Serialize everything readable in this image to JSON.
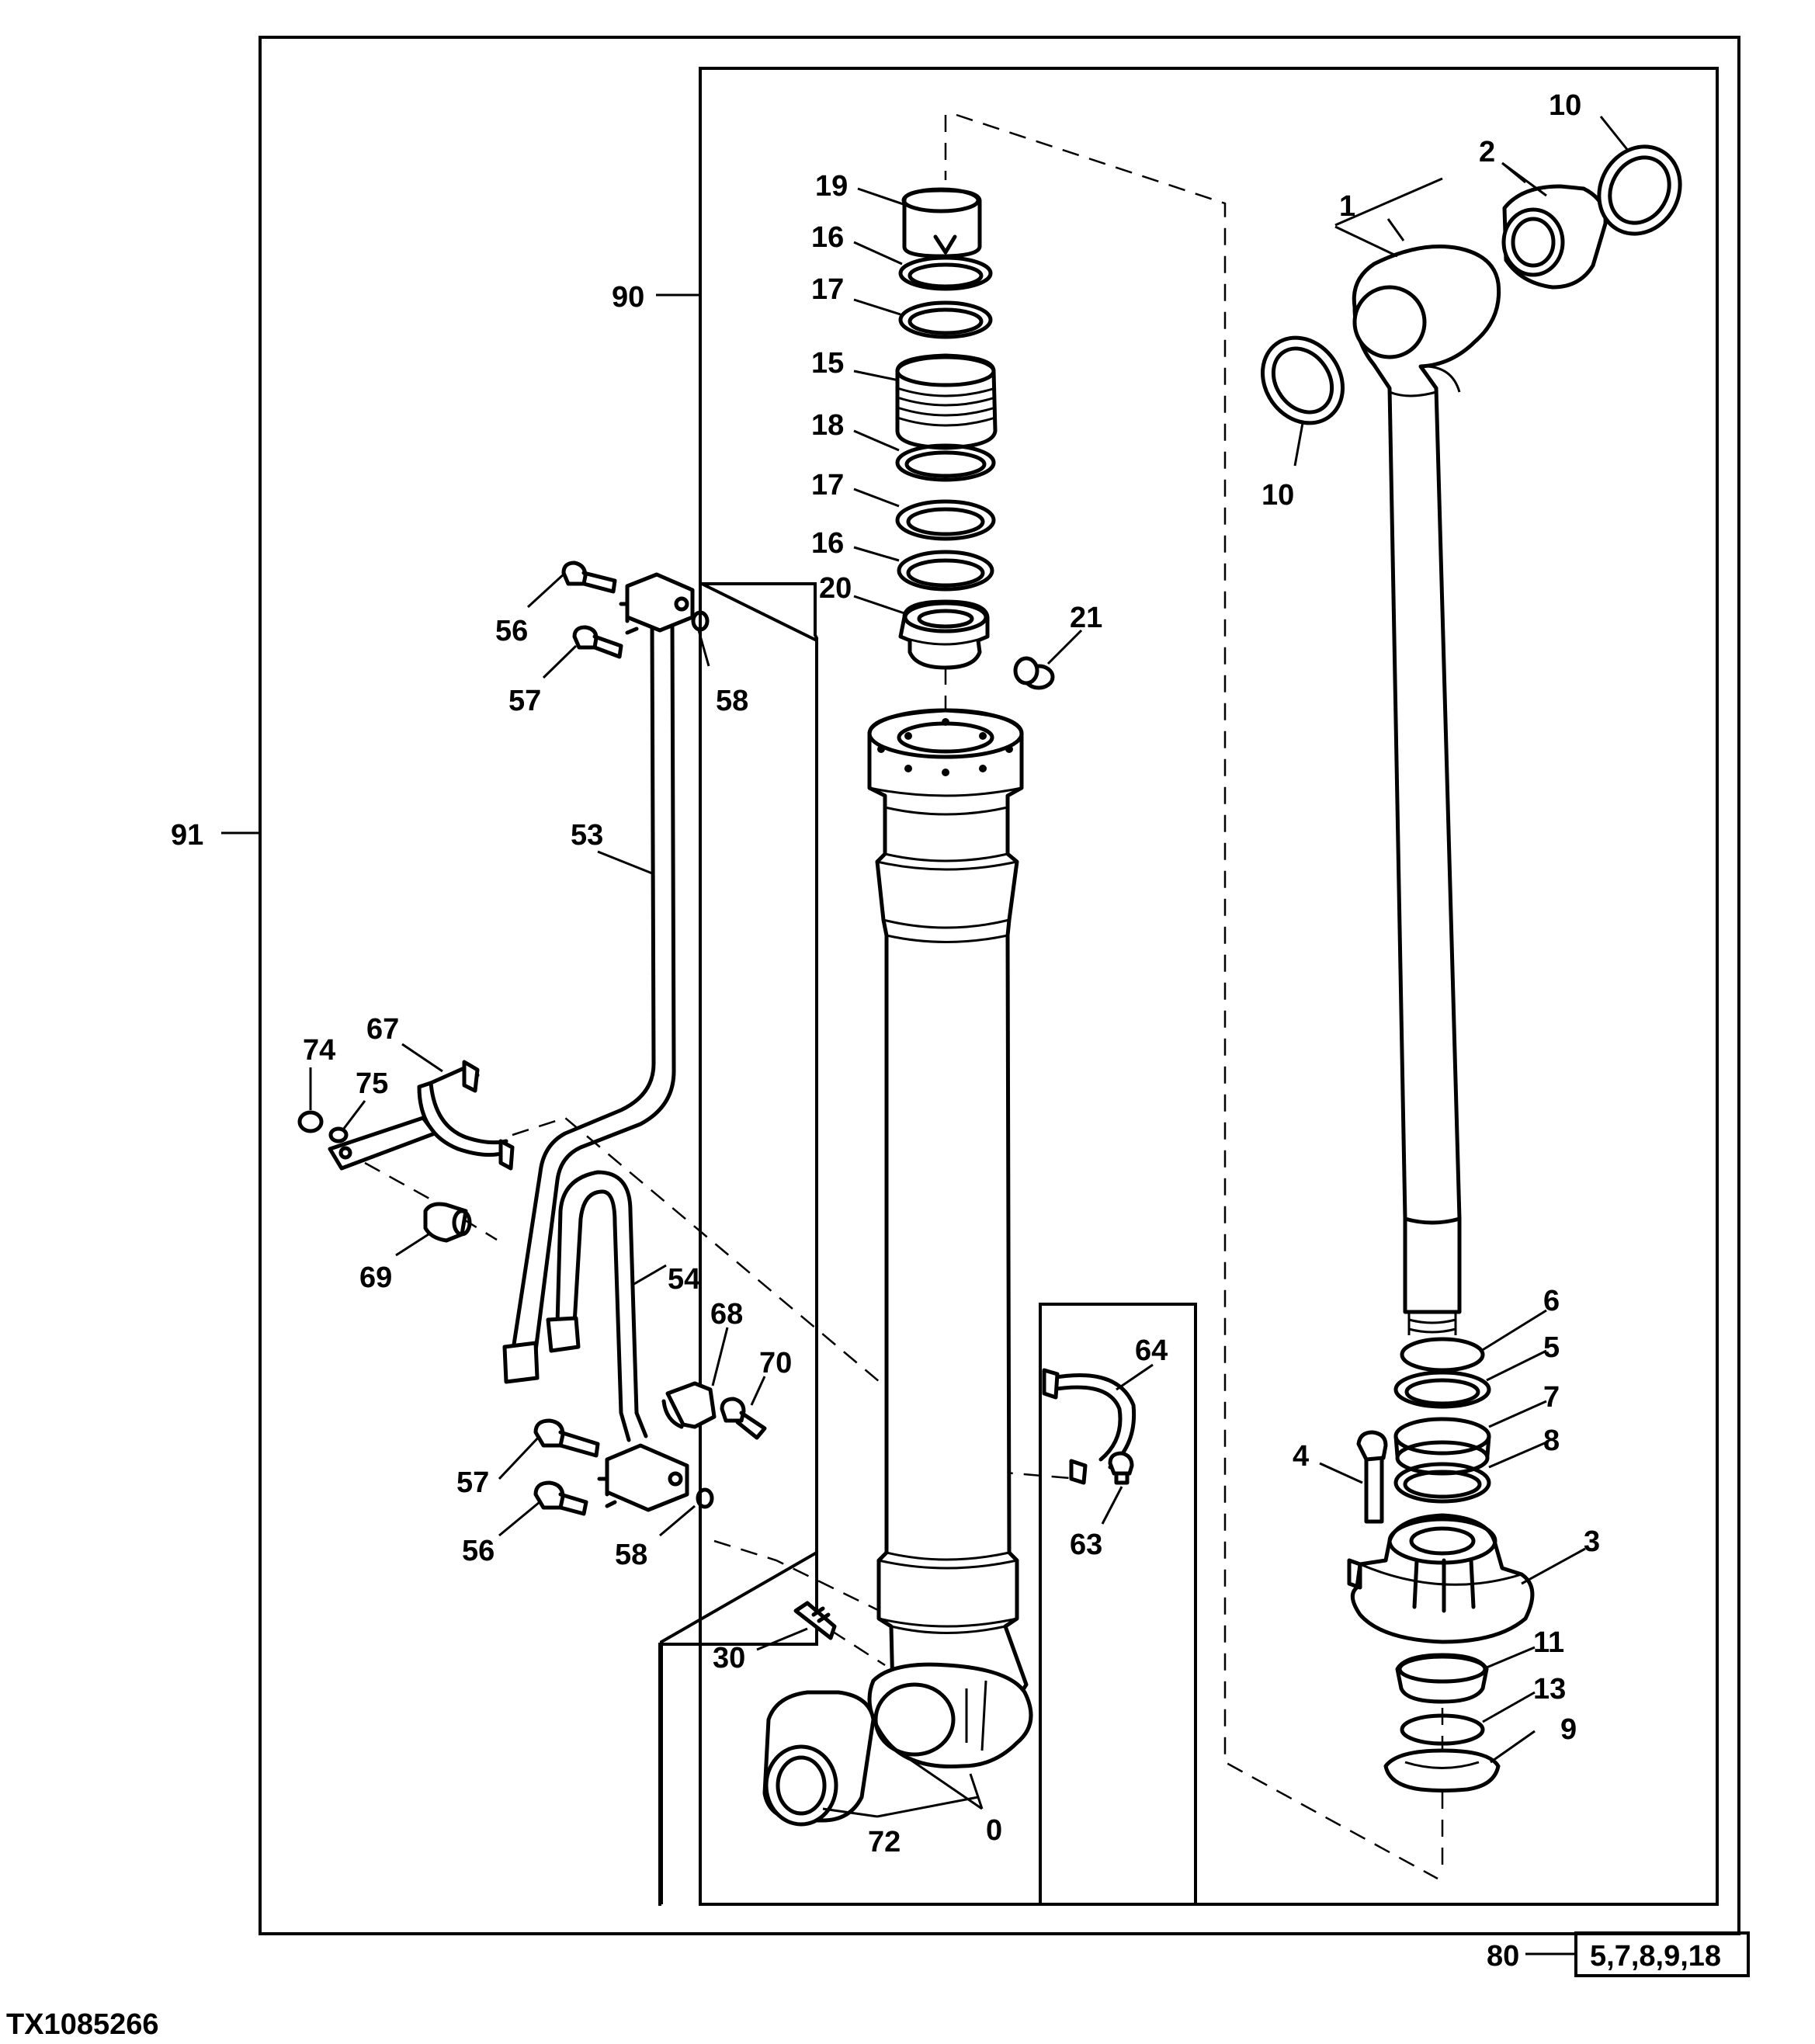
{
  "figure_id": "TX1085266",
  "kit_reference": {
    "number": "80",
    "parts": "5,7,8,9,18"
  },
  "callouts": {
    "c0": "0",
    "c1": "1",
    "c2": "2",
    "c3": "3",
    "c4": "4",
    "c5": "5",
    "c6": "6",
    "c7": "7",
    "c8": "8",
    "c9": "9",
    "c10a": "10",
    "c10b": "10",
    "c11": "11",
    "c13": "13",
    "c15": "15",
    "c16a": "16",
    "c16b": "16",
    "c17a": "17",
    "c17b": "17",
    "c18": "18",
    "c19": "19",
    "c20": "20",
    "c21": "21",
    "c30": "30",
    "c53": "53",
    "c54": "54",
    "c56a": "56",
    "c56b": "56",
    "c57a": "57",
    "c57b": "57",
    "c58a": "58",
    "c58b": "58",
    "c63": "63",
    "c64": "64",
    "c67": "67",
    "c68": "68",
    "c69": "69",
    "c70": "70",
    "c72": "72",
    "c74": "74",
    "c75": "75",
    "c90": "90",
    "c91": "91"
  }
}
